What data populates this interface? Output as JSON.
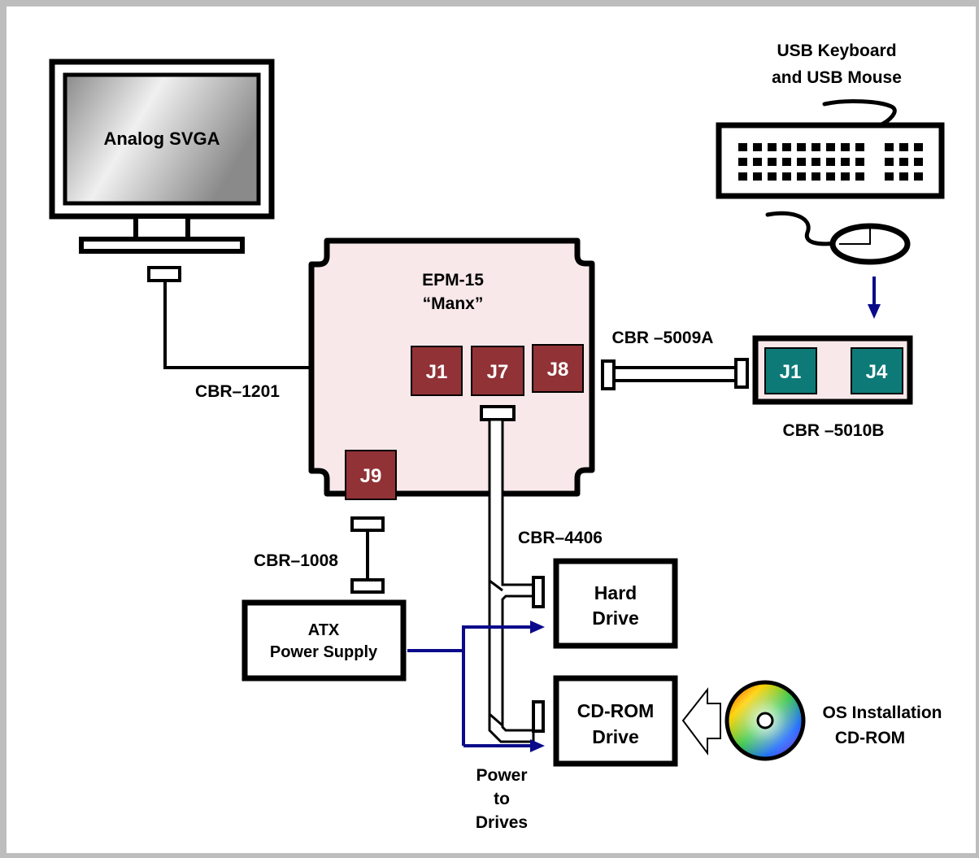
{
  "monitor": {
    "label": "Analog SVGA"
  },
  "keyboard_mouse": {
    "label_line1": "USB Keyboard",
    "label_line2": "and USB Mouse"
  },
  "board": {
    "name_line1": "EPM-15",
    "name_line2": "“Manx”"
  },
  "connectors": {
    "j1": "J1",
    "j7": "J7",
    "j8": "J8",
    "j9": "J9"
  },
  "adapter": {
    "j1": "J1",
    "j4": "J4",
    "label": "CBR –5010B"
  },
  "cables": {
    "video": "CBR–1201",
    "usb": "CBR –5009A",
    "power": "CBR–1008",
    "ide": "CBR–4406"
  },
  "power_supply": {
    "line1": "ATX",
    "line2": "Power Supply"
  },
  "hard_drive": {
    "line1": "Hard",
    "line2": "Drive"
  },
  "cdrom_drive": {
    "line1": "CD-ROM",
    "line2": "Drive"
  },
  "os_disc": {
    "line1": "OS Installation",
    "line2": "CD-ROM"
  },
  "power_note": {
    "line1": "Power",
    "line2": "to",
    "line3": "Drives"
  },
  "colors": {
    "connector": "#913236",
    "adapter_connector": "#0d7a78",
    "board_fill": "#f8e8ea",
    "power_line": "#0a0a8a"
  }
}
